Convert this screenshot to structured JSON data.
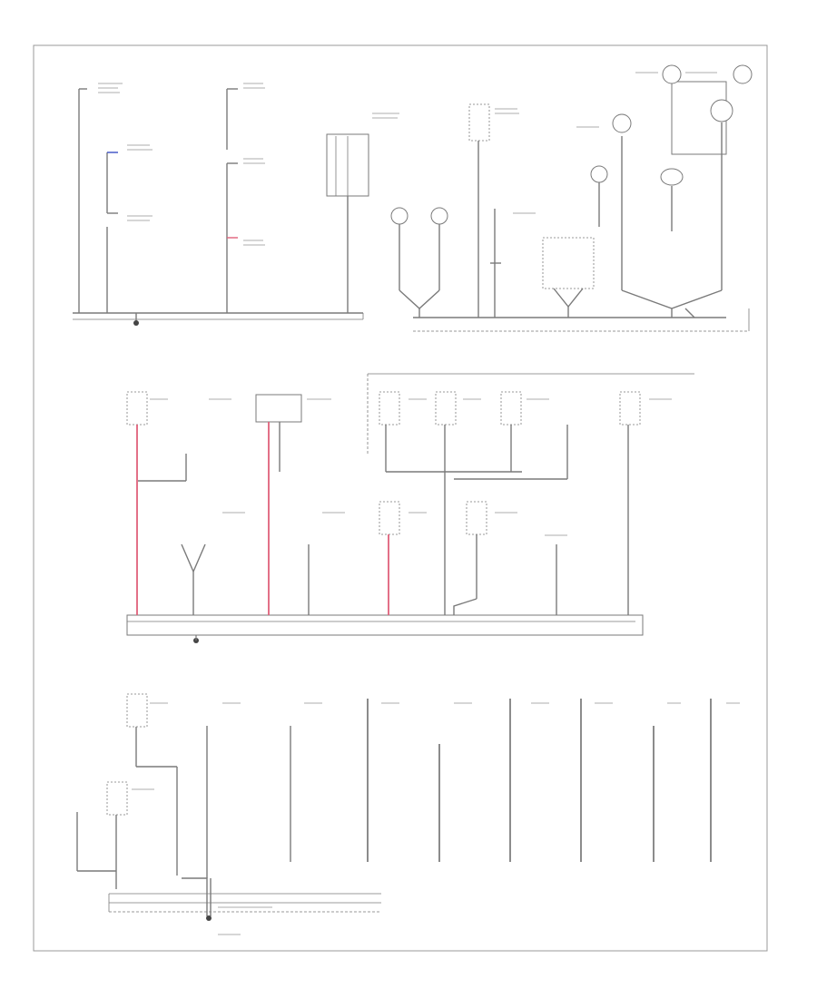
{
  "page": {
    "ref": ""
  },
  "colors": {
    "wire": "#7a7a7a",
    "wire_dark": "#5a5a5a",
    "accent_red": "#e0607a",
    "accent_blue": "#3a4fc4",
    "text": "#9a9a9a",
    "frame": "#999999"
  },
  "sections": [
    "upper-left-grounds",
    "upper-right-grounds",
    "middle-grounds",
    "lower-grounds"
  ],
  "icons": [
    "lamp-icon",
    "ground-symbol-icon",
    "switch-icon"
  ]
}
